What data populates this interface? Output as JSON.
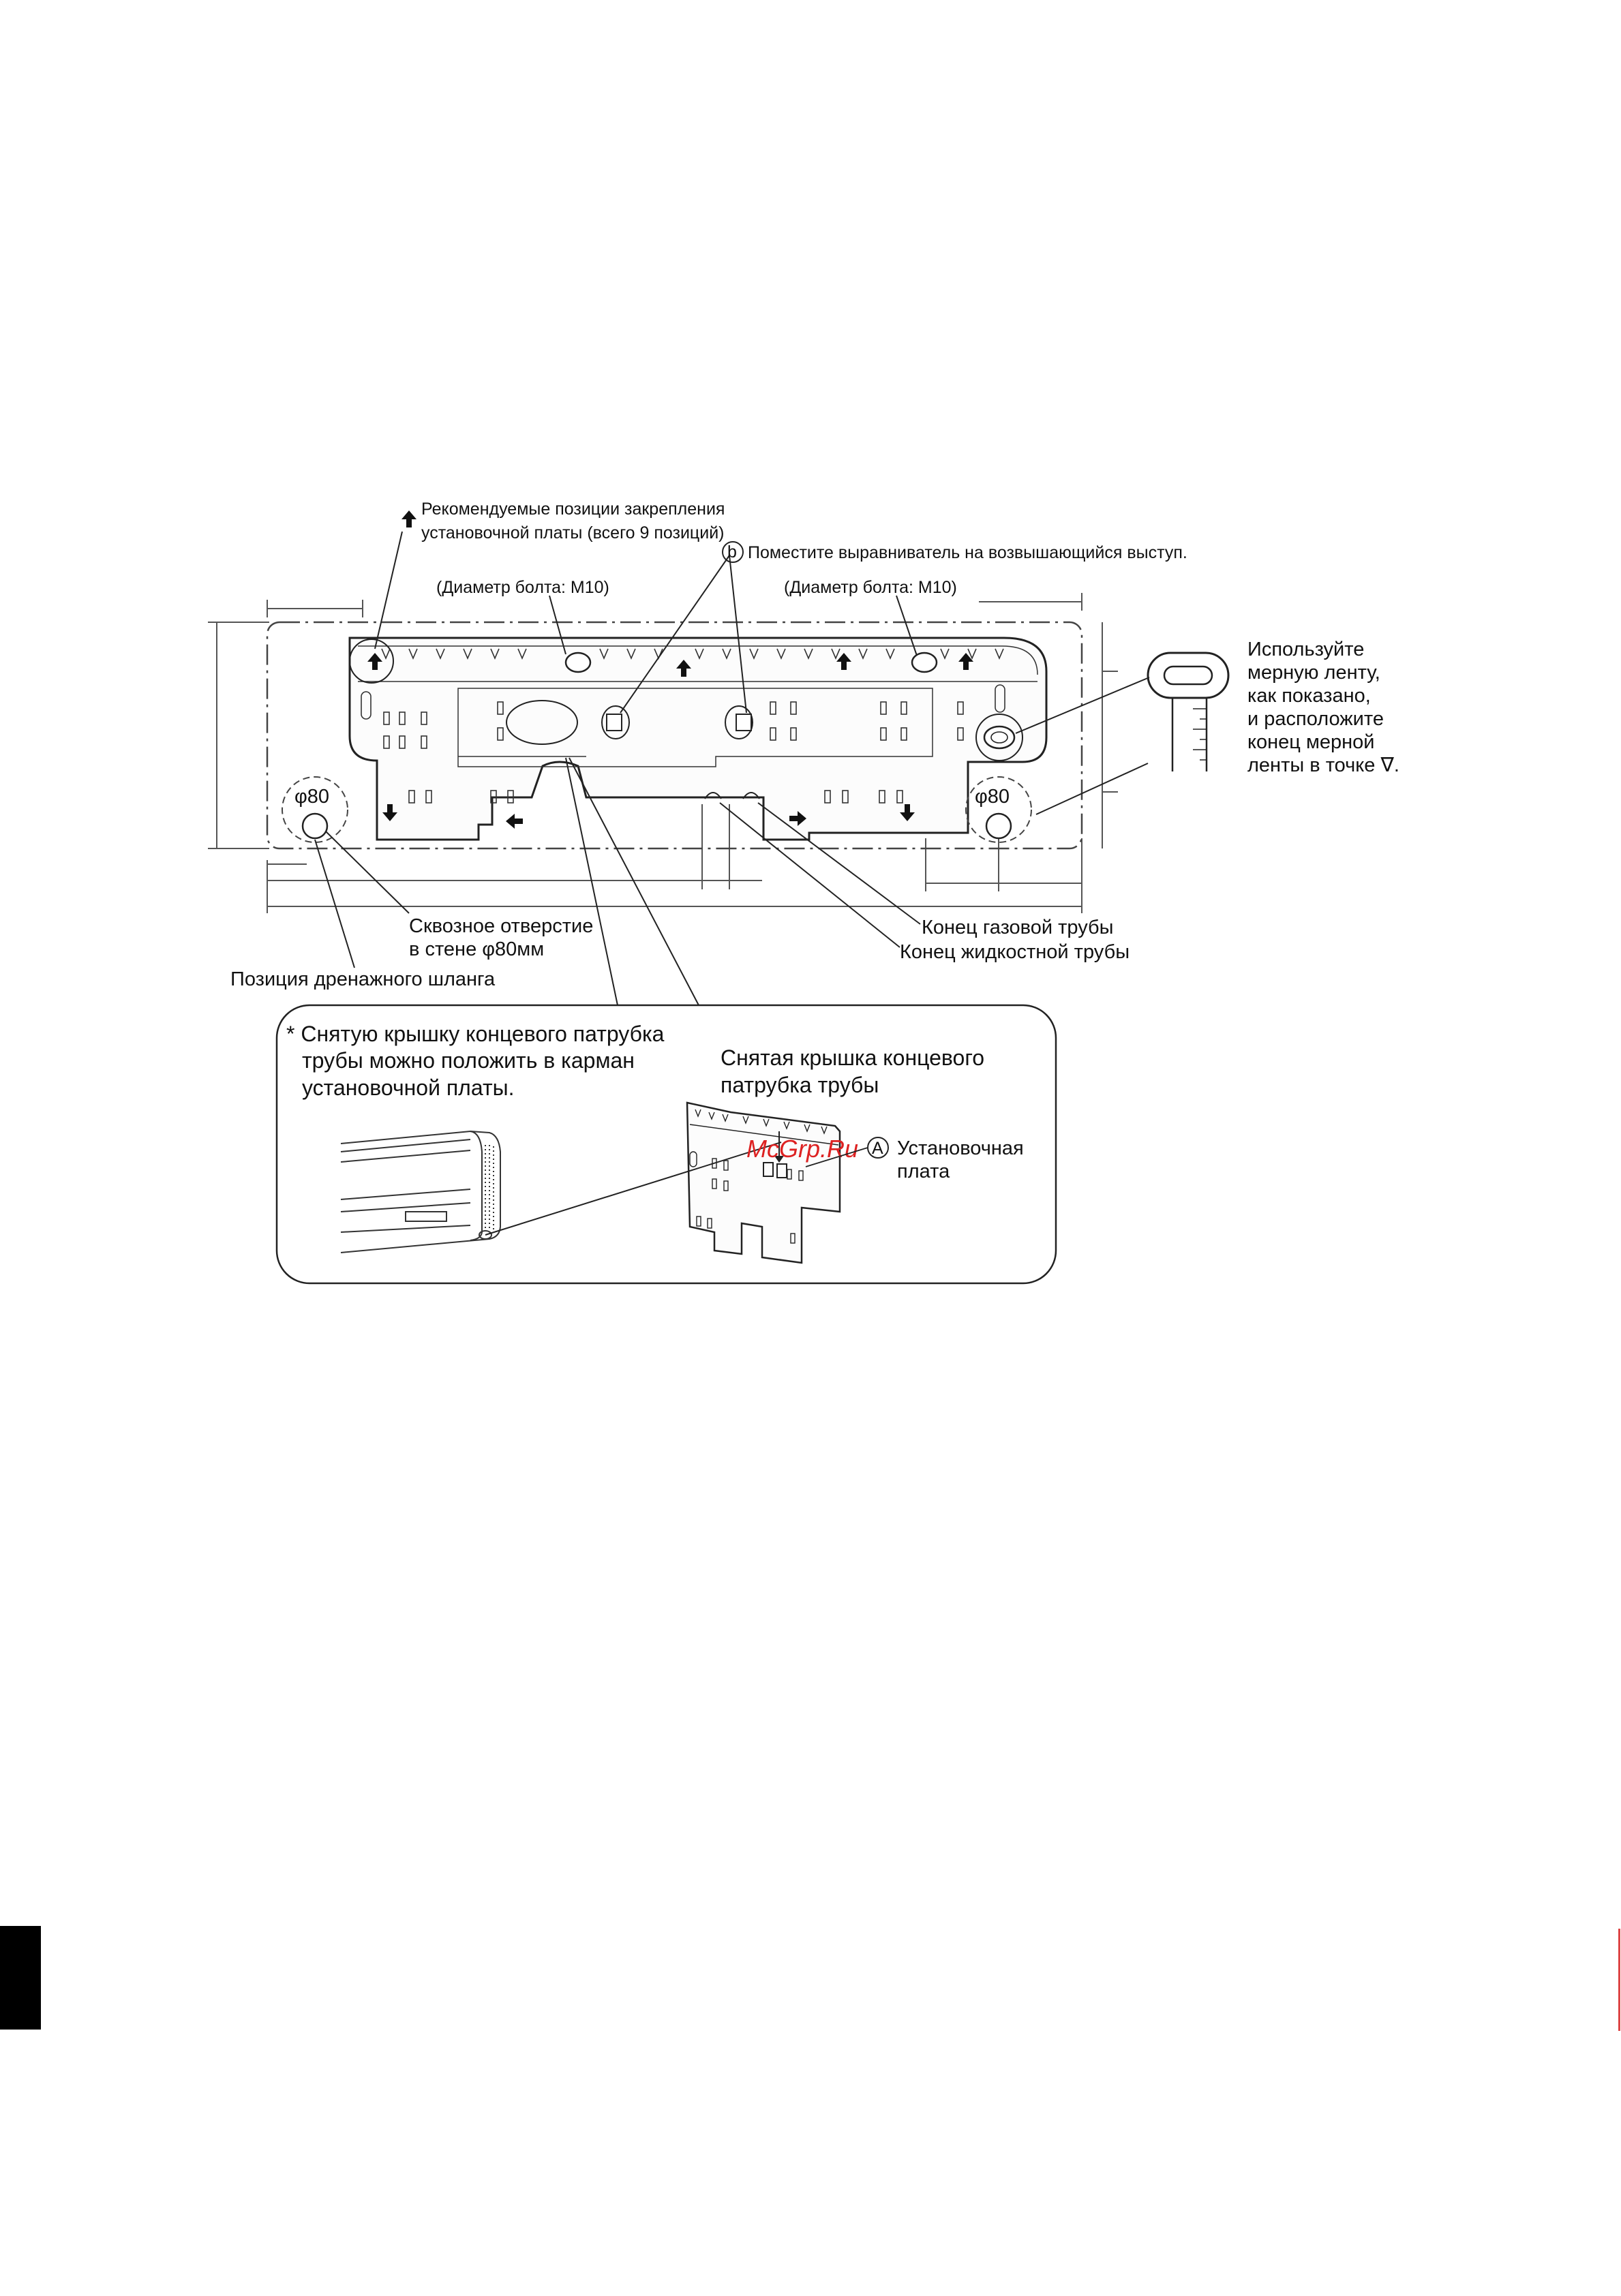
{
  "labels": {
    "recommended_title_1": "Рекомендуемые позиции закрепления",
    "recommended_title_2": "установочной платы (всего 9 позиций)",
    "marker_b": "b",
    "leveler_note": "Поместите выравниватель на возвышающийся выступ.",
    "bolt_left": "(Диаметр болта: M10)",
    "bolt_right": "(Диаметр болта: M10)",
    "tape_1": "Используйте",
    "tape_2": "мерную ленту,",
    "tape_3": "как показано,",
    "tape_4": "и расположите",
    "tape_5": "конец мерной",
    "tape_6": "ленты в точке ∇.",
    "hole_left": "φ80",
    "hole_right": "φ80",
    "wall_hole_1": "Сквозное отверстие",
    "wall_hole_2": "в стене φ80мм",
    "drain_hose": "Позиция дренажного шланга",
    "gas_pipe": "Конец газовой трубы",
    "liquid_pipe": "Конец жидкостной трубы"
  },
  "inset": {
    "note_1": "* Снятую крышку концевого патрубка",
    "note_2": "трубы можно положить в карман",
    "note_3": "установочной платы.",
    "cover_1": "Снятая крышка концевого",
    "cover_2": "патрубка трубы",
    "marker_a": "A",
    "plate_1": "Установочная",
    "plate_2": "плата"
  },
  "watermark": "McGrp.Ru"
}
